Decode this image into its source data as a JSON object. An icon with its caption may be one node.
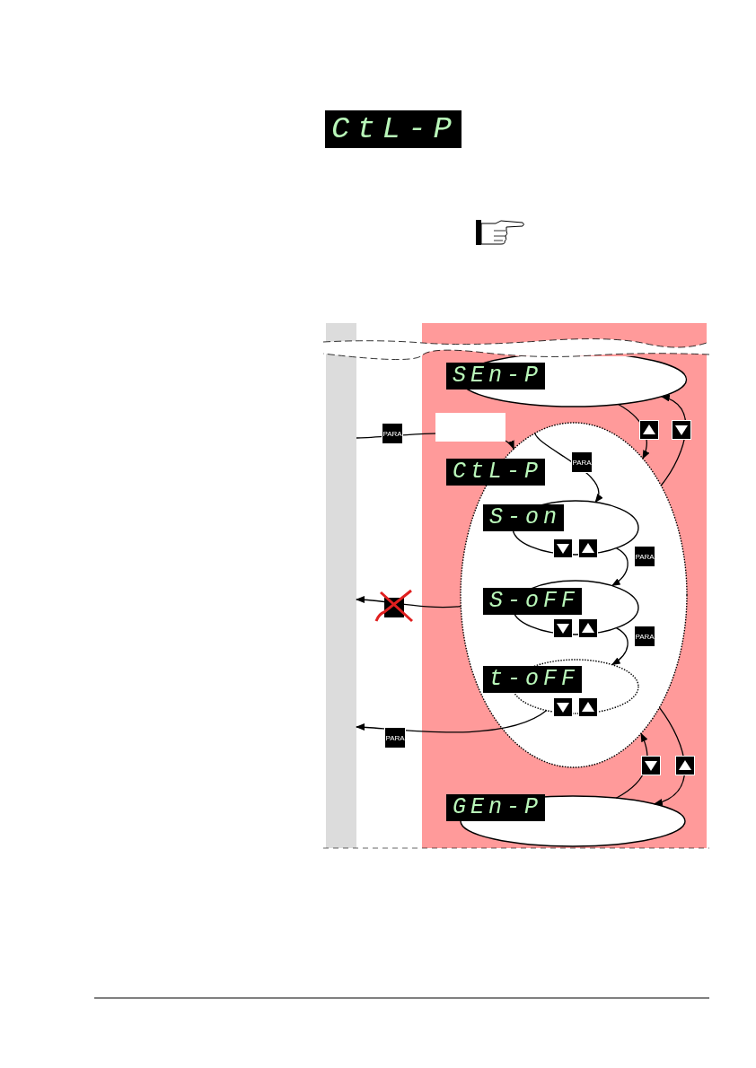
{
  "diagram": {
    "nodes": [
      {
        "text": [],
        "shape": "bar"
      },
      {
        "text": [
          "SEn-P"
        ]
      },
      {
        "text": [
          "CtL-P"
        ]
      },
      {
        "text": [
          "S-on"
        ],
        "in": 2
      },
      {
        "text": [
          "S-oFF"
        ],
        "in": 2
      },
      {
        "text": [
          "t-oFF"
        ],
        "in": 2
      },
      {
        "text": [
          "GEn-P"
        ]
      }
    ],
    "edges": [
      {
        "from": 0,
        "to": 2,
        "arrow": "to",
        "label": "PARA"
      },
      {
        "from": 2,
        "to": 3,
        "arrow": "to",
        "label": "PARA"
      },
      {
        "from": 1,
        "to": 2,
        "arrow": "to"
      },
      {
        "from": 2,
        "to": 1,
        "arrow": "to"
      },
      {
        "from": 3,
        "to": 4,
        "arrow": "to",
        "label": "PARA"
      },
      {
        "from": 4,
        "to": 5,
        "arrow": "to",
        "label": "PARA"
      },
      {
        "from": 2,
        "to": 0,
        "arrow": "to"
      },
      {
        "from": 5,
        "to": 0,
        "arrow": "to",
        "label": "PARA"
      },
      {
        "from": 2,
        "to": 6,
        "arrow": "to"
      },
      {
        "from": 6,
        "to": 2,
        "arrow": "to"
      }
    ],
    "labels": [
      "CtL-P"
    ]
  }
}
